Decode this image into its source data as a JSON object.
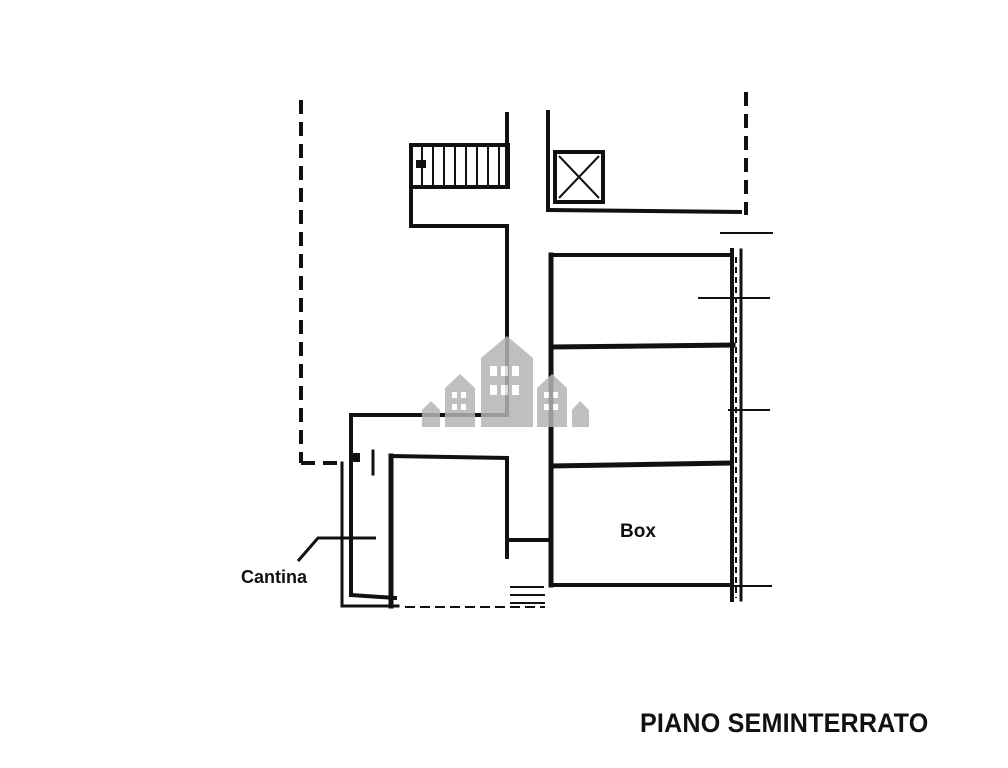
{
  "labels": {
    "cellar": "Cantina",
    "garage": "Box",
    "floor": "PIANO SEMINTERRATO"
  },
  "colors": {
    "ink": "#111111",
    "watermark": "#b4b4b4"
  },
  "icons": {
    "watermark": "houses-watermark-icon",
    "elevator": "elevator-cross-icon",
    "stairs": "staircase-icon"
  }
}
